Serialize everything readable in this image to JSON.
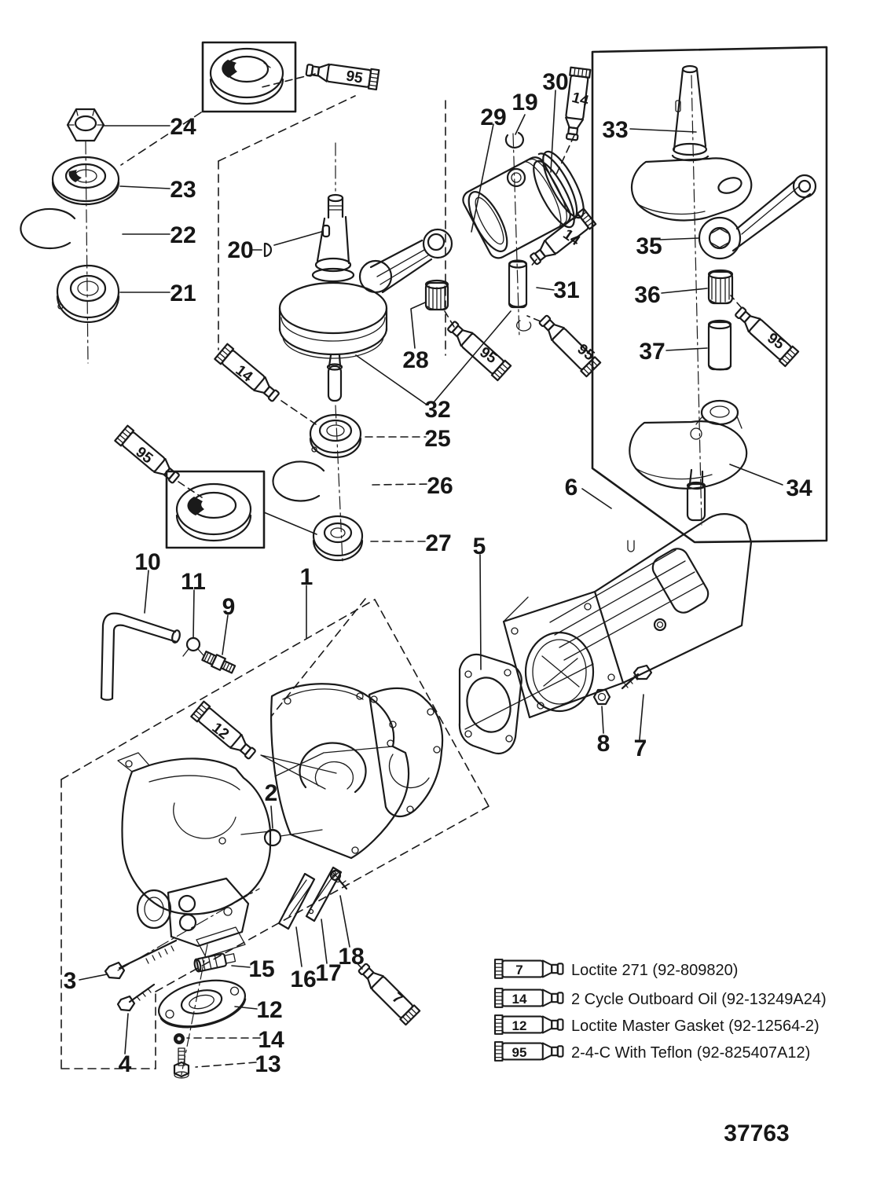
{
  "figure": {
    "drawing_number": "37763"
  },
  "colors": {
    "ink": "#1a1a1a",
    "paper": "#ffffff"
  },
  "callouts": {
    "c1": "1",
    "c2": "2",
    "c3": "3",
    "c4": "4",
    "c5": "5",
    "c6": "6",
    "c7": "7",
    "c8": "8",
    "c9": "9",
    "c10": "10",
    "c11": "11",
    "c12": "12",
    "c13": "13",
    "c14": "14",
    "c15": "15",
    "c16": "16",
    "c17": "17",
    "c18": "18",
    "c19": "19",
    "c20": "20",
    "c21": "21",
    "c22": "22",
    "c23": "23",
    "c24": "24",
    "c25": "25",
    "c26": "26",
    "c27": "27",
    "c28": "28",
    "c29": "29",
    "c30": "30",
    "c31": "31",
    "c32": "32",
    "c33": "33",
    "c34": "34",
    "c35": "35",
    "c36": "36",
    "c37": "37"
  },
  "tube_instances": [
    {
      "name": "tube-95-top-left",
      "label": "95"
    },
    {
      "name": "tube-14-top",
      "label": "14"
    },
    {
      "name": "tube-14-mid",
      "label": "14"
    },
    {
      "name": "tube-95-piston",
      "label": "95"
    },
    {
      "name": "tube-95-center",
      "label": "95"
    },
    {
      "name": "tube-14-left",
      "label": "14"
    },
    {
      "name": "tube-95-left",
      "label": "95"
    },
    {
      "name": "tube-95-right",
      "label": "95"
    },
    {
      "name": "tube-12-case",
      "label": "12"
    },
    {
      "name": "tube-7-reed",
      "label": "7"
    }
  ],
  "legend": {
    "items": [
      {
        "tube": "7",
        "text": "Loctite 271 (92-809820)"
      },
      {
        "tube": "14",
        "text": "2 Cycle Outboard Oil (92-13249A24)"
      },
      {
        "tube": "12",
        "text": "Loctite Master Gasket (92-12564-2)"
      },
      {
        "tube": "95",
        "text": "2-4-C  With Teflon (92-825407A12)"
      }
    ]
  }
}
